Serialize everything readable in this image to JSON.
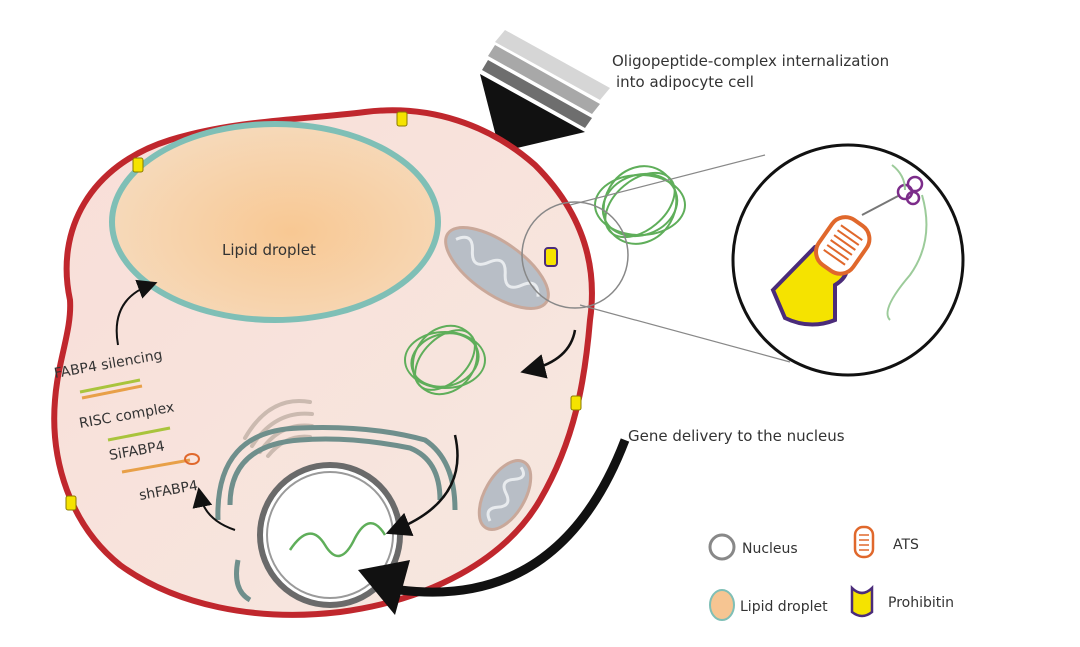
{
  "labels": {
    "internalization_line1": "Oligopeptide-complex internalization",
    "internalization_line2": "into adipocyte cell",
    "lipid_droplet": "Lipid droplet",
    "fabp4_silencing": "FABP4 silencing",
    "risc_complex": "RISC complex",
    "sifabp4": "SiFABP4",
    "shfabp4": "shFABP4",
    "gene_delivery": "Gene delivery to the nucleus"
  },
  "legend": {
    "nucleus": "Nucleus",
    "lipid_droplet": "Lipid droplet",
    "ats": "ATS",
    "prohibitin": "Prohibitin"
  },
  "colors": {
    "membrane": "#c0272d",
    "cytoplasm": "#f9e4de",
    "lipid_fill": "#f6c592",
    "lipid_ring": "#7fbfb6",
    "mitochondria": "#b8bec6",
    "prohibitin": "#f5e300",
    "prohibitin_outline": "#4b2c7a",
    "ats": "#e0682c",
    "complex_strand": "#5fae5a",
    "arrow": "#111111"
  }
}
